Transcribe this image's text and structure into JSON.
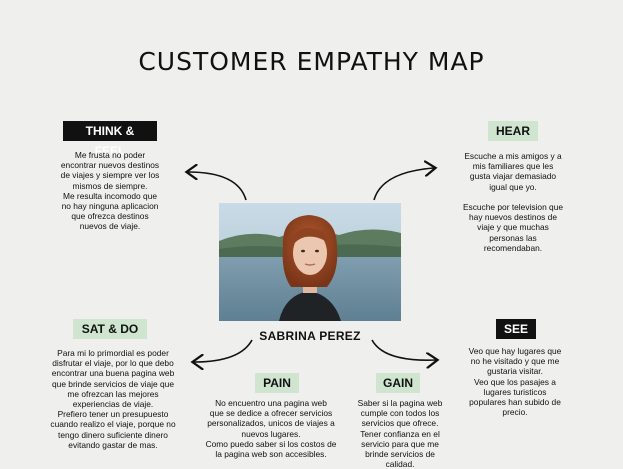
{
  "title": "CUSTOMER EMPATHY MAP",
  "person": {
    "name": "SABRINA PEREZ"
  },
  "quadrants": {
    "think_feel": {
      "label": "THINK & FEEL",
      "text": "Me frusta no poder\nencontrar nuevos destinos\nde viajes y siempre ver los\nmismos de siempre.\nMe resulta incomodo que\nno hay ninguna aplicacion\nque ofrezca destinos\nnuevos de viaje."
    },
    "hear": {
      "label": "HEAR",
      "text": "Escuche a mis amigos y a\nmis familiares que les\ngusta viajar demasiado\nigual que yo.\n\nEscuche por television que\nhay nuevos destinos de\nviaje y que muchas\npersonas las\nrecomendaban."
    },
    "say_do": {
      "label": "SAT & DO",
      "text": "Para mi lo primordial es poder\ndisfrutar el viaje, por lo que debo\nencontrar una buena pagina web\nque brinde servicios de viaje que\nme ofrezcan las mejores\nexperiencias de viaje.\nPrefiero tener un presupuesto\ncuando realizo el viaje, porque no\ntengo dinero suficiente dinero\nevitando gastar de mas."
    },
    "see": {
      "label": "SEE",
      "text": "Veo que hay lugares que\nno he visitado y que me\ngustaria visitar.\nVeo que los pasajes a\nlugares turisticos\npopulares han subido de\nprecio."
    },
    "pain": {
      "label": "PAIN",
      "text": "No encuentro una pagina web\nque se dedice a ofrecer servicios\npersonalizados, unicos de viajes a\nnuevos lugares.\nComo puedo saber si los costos de\nla pagina web son accesibles."
    },
    "gain": {
      "label": "GAIN",
      "text": "Saber si la pagina web\ncumple con todos los\nservicios que ofrece.\nTener confianza en el\nservicio para que me\nbrinde servicios de\ncalidad."
    }
  },
  "colors": {
    "dark_label": "#111111",
    "green_label": "#cfe5cf",
    "background": "#efefed"
  }
}
